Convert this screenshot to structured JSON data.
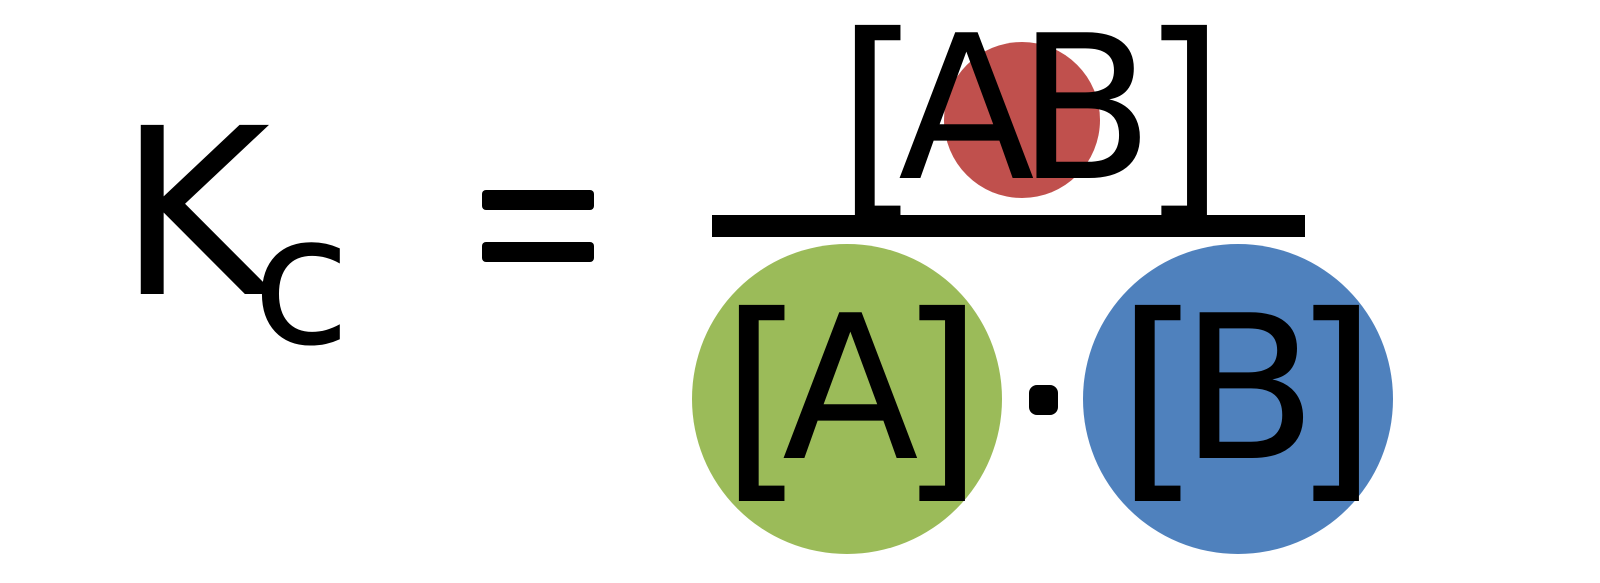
{
  "equation": {
    "lhs_symbol": "K",
    "lhs_subscript": "c",
    "equals": "=",
    "numerator": {
      "open": "[",
      "content": "AB",
      "close": "]",
      "color": "#c0504d"
    },
    "denominator": [
      {
        "open": "[",
        "content": "A",
        "close": "]",
        "color": "#9bbb59"
      },
      {
        "open": "[",
        "content": "B",
        "close": "]",
        "color": "#4f81bd"
      }
    ],
    "operator": "·"
  }
}
